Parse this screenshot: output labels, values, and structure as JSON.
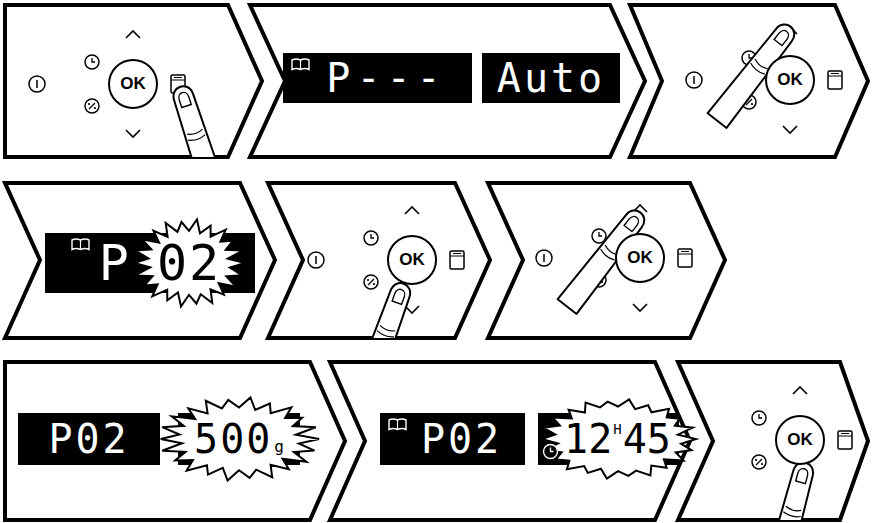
{
  "diagram": {
    "nodes": [
      {
        "text": [
          "OK"
        ]
      },
      {
        "text": [
          "P---"
        ]
      },
      {
        "text": [
          "Auto"
        ]
      },
      {
        "text": [
          "OK"
        ]
      },
      {
        "text": [
          "P",
          "02"
        ]
      },
      {
        "text": [
          "OK"
        ]
      },
      {
        "text": [
          "OK"
        ]
      },
      {
        "text": [
          "P02"
        ]
      },
      {
        "text": [
          "500",
          "g"
        ]
      },
      {
        "text": [
          "P02"
        ]
      },
      {
        "text": [
          "12",
          "H",
          "45"
        ]
      },
      {
        "text": [
          "OK"
        ]
      }
    ]
  }
}
